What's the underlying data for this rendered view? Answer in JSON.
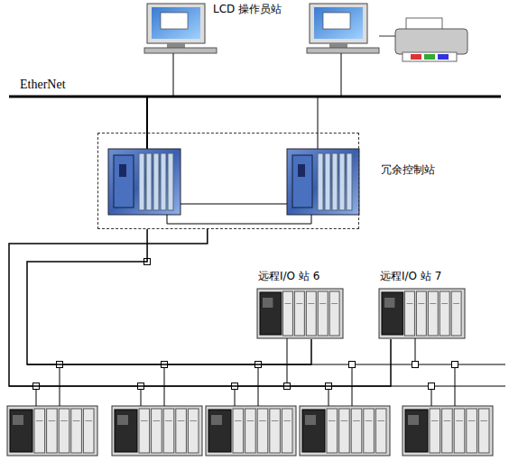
{
  "diagram": {
    "nodes": [
      {
        "text": [
          "冗余控制站"
        ]
      },
      {
        "text": [
          "远程I/O 站 6"
        ]
      },
      {
        "text": [
          "远程I/O 站 7"
        ]
      }
    ],
    "edges": [
      {
        "from": 0,
        "to": 1,
        "arrow": "none"
      },
      {
        "from": 0,
        "to": 2,
        "arrow": "none"
      }
    ],
    "labels": [
      "LCD 操作员站",
      "EtherNet"
    ]
  }
}
